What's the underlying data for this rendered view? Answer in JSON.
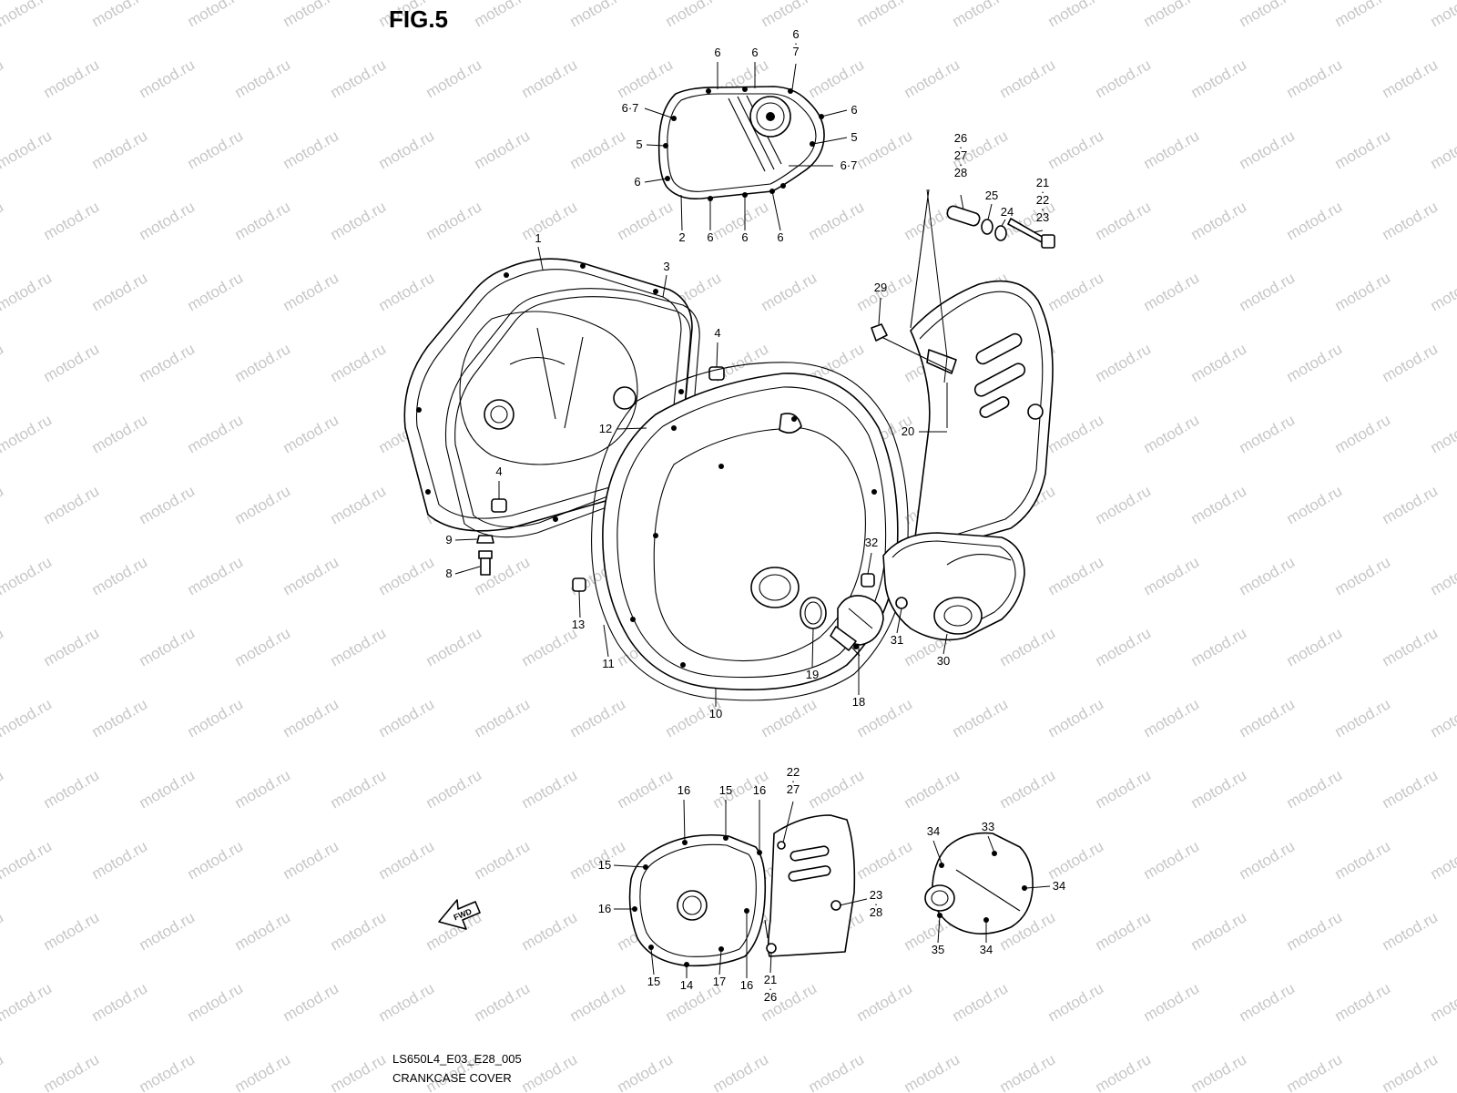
{
  "figure_title": "FIG.5",
  "footer": {
    "code": "LS650L4_E03_E28_005",
    "caption": "CRANKCASE COVER"
  },
  "watermark": "motod.ru",
  "direction_arrow": "FWD",
  "callouts": [
    {
      "id": "c-6-a",
      "text": "6"
    },
    {
      "id": "c-6-b",
      "text": "6"
    },
    {
      "id": "c-6-7-top",
      "text": "6·7"
    },
    {
      "id": "c-6-7-left",
      "text": "6·7"
    },
    {
      "id": "c-6-right",
      "text": "6"
    },
    {
      "id": "c-5-left",
      "text": "5"
    },
    {
      "id": "c-5-right",
      "text": "5"
    },
    {
      "id": "c-6-7-right",
      "text": "6·7"
    },
    {
      "id": "c-6-left",
      "text": "6"
    },
    {
      "id": "c-2",
      "text": "2"
    },
    {
      "id": "c-6-bot-1",
      "text": "6"
    },
    {
      "id": "c-6-bot-2",
      "text": "6"
    },
    {
      "id": "c-6-bot-3",
      "text": "6"
    },
    {
      "id": "c-1",
      "text": "1"
    },
    {
      "id": "c-3",
      "text": "3"
    },
    {
      "id": "c-4-upper",
      "text": "4"
    },
    {
      "id": "c-12",
      "text": "12"
    },
    {
      "id": "c-4-lower",
      "text": "4"
    },
    {
      "id": "c-9",
      "text": "9"
    },
    {
      "id": "c-8",
      "text": "8"
    },
    {
      "id": "c-13",
      "text": "13"
    },
    {
      "id": "c-11",
      "text": "11"
    },
    {
      "id": "c-10",
      "text": "10"
    },
    {
      "id": "c-19",
      "text": "19"
    },
    {
      "id": "c-18",
      "text": "18"
    },
    {
      "id": "c-26-27-28",
      "text": "26·27·28"
    },
    {
      "id": "c-25",
      "text": "25"
    },
    {
      "id": "c-24",
      "text": "24"
    },
    {
      "id": "c-21-22-23",
      "text": "21·22·23"
    },
    {
      "id": "c-29",
      "text": "29"
    },
    {
      "id": "c-20",
      "text": "20"
    },
    {
      "id": "c-32",
      "text": "32"
    },
    {
      "id": "c-31",
      "text": "31"
    },
    {
      "id": "c-30",
      "text": "30"
    },
    {
      "id": "c-16-a",
      "text": "16"
    },
    {
      "id": "c-15-a",
      "text": "15"
    },
    {
      "id": "c-16-b",
      "text": "16"
    },
    {
      "id": "c-22-27",
      "text": "22·27"
    },
    {
      "id": "c-15-b",
      "text": "15"
    },
    {
      "id": "c-16-c",
      "text": "16"
    },
    {
      "id": "c-23-28",
      "text": "23·28"
    },
    {
      "id": "c-15-c",
      "text": "15"
    },
    {
      "id": "c-14",
      "text": "14"
    },
    {
      "id": "c-17",
      "text": "17"
    },
    {
      "id": "c-16-d",
      "text": "16"
    },
    {
      "id": "c-21-26",
      "text": "21·26"
    },
    {
      "id": "c-34-a",
      "text": "34"
    },
    {
      "id": "c-33",
      "text": "33"
    },
    {
      "id": "c-34-b",
      "text": "34"
    },
    {
      "id": "c-35",
      "text": "35"
    },
    {
      "id": "c-34-c",
      "text": "34"
    }
  ]
}
